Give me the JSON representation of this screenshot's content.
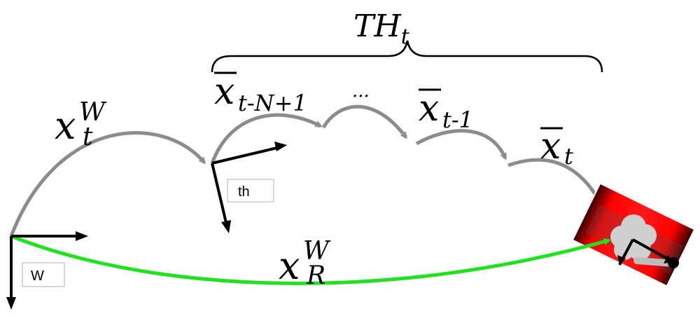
{
  "horizon": {
    "label_main": "TH",
    "label_sub": "t"
  },
  "transforms": {
    "x_t_W": {
      "main": "x",
      "sup": "W",
      "sub": "t"
    },
    "x_R_W": {
      "main": "x",
      "sup": "W",
      "sub": "R"
    }
  },
  "horizon_states": {
    "first": {
      "main": "x",
      "sub": "t-N+1"
    },
    "ellipsis": "...",
    "prev": {
      "main": "x",
      "sub": "t-1"
    },
    "current": {
      "main": "x",
      "sub": "t"
    }
  },
  "frames": {
    "world": {
      "label": "W"
    },
    "horizon_start": {
      "label": "th"
    }
  },
  "colors": {
    "trajectory_gray": "#8c8c8c",
    "robot_path_green": "#22e11e",
    "robot_body_red": "#e00000",
    "cloud_gray": "#cfcfcf",
    "axis_black": "#000000"
  }
}
